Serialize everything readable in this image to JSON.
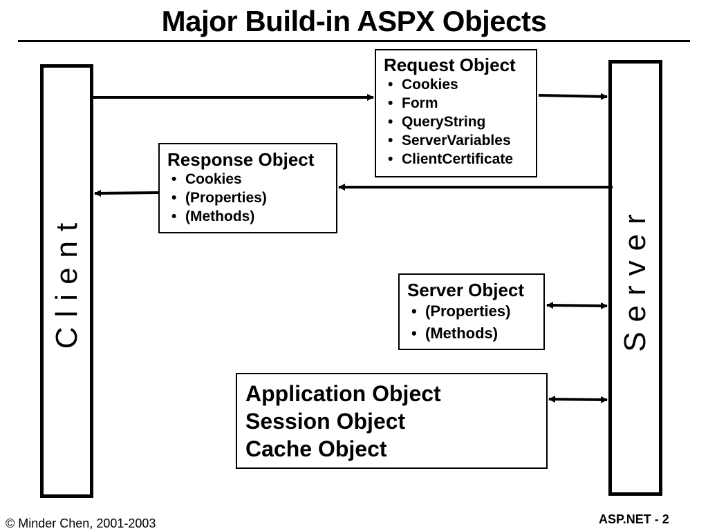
{
  "title": "Major Build-in ASPX Objects",
  "client_label": "Client",
  "server_label": "Server",
  "request": {
    "title": "Request Object",
    "items": [
      "Cookies",
      "Form",
      "QueryString",
      "ServerVariables",
      "ClientCertificate"
    ]
  },
  "response": {
    "title": "Response Object",
    "items": [
      "Cookies",
      "(Properties)",
      "(Methods)"
    ]
  },
  "server_object": {
    "title": "Server Object",
    "items": [
      "(Properties)",
      "(Methods)"
    ]
  },
  "app_box": {
    "lines": [
      "Application Object",
      "Session Object",
      "Cache Object"
    ]
  },
  "bullet": "•",
  "footer": {
    "copyright": "© Minder Chen, 2001-2003",
    "slide": "ASP.NET - 2"
  }
}
